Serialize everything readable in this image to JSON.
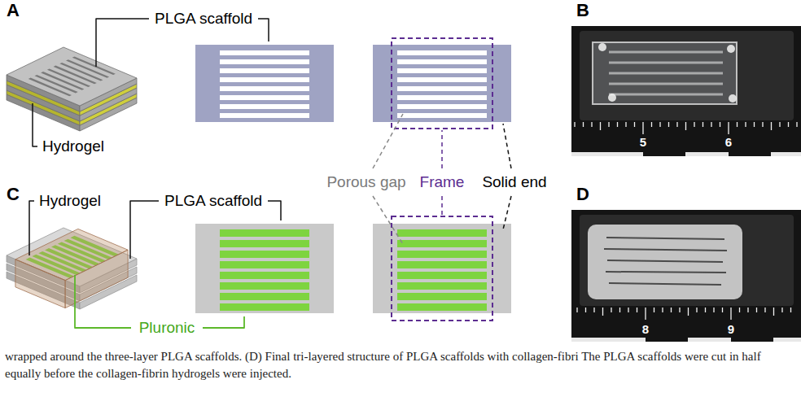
{
  "diagram": {
    "caption": "wrapped around the three-layer PLGA scaffolds. (D) Final tri-layered structure of PLGA scaffolds with collagen-fibri The PLGA scaffolds were cut in half equally before the collagen-fibrin hydrogels were injected.",
    "labels": [
      "A",
      "PLGA scaffold",
      "Hydrogel",
      "B",
      "5",
      "6",
      "Porous gap",
      "Frame",
      "Solid end",
      "C",
      "Hydrogel",
      "PLGA scaffold",
      "D",
      "8",
      "9",
      "Pluronic"
    ]
  }
}
